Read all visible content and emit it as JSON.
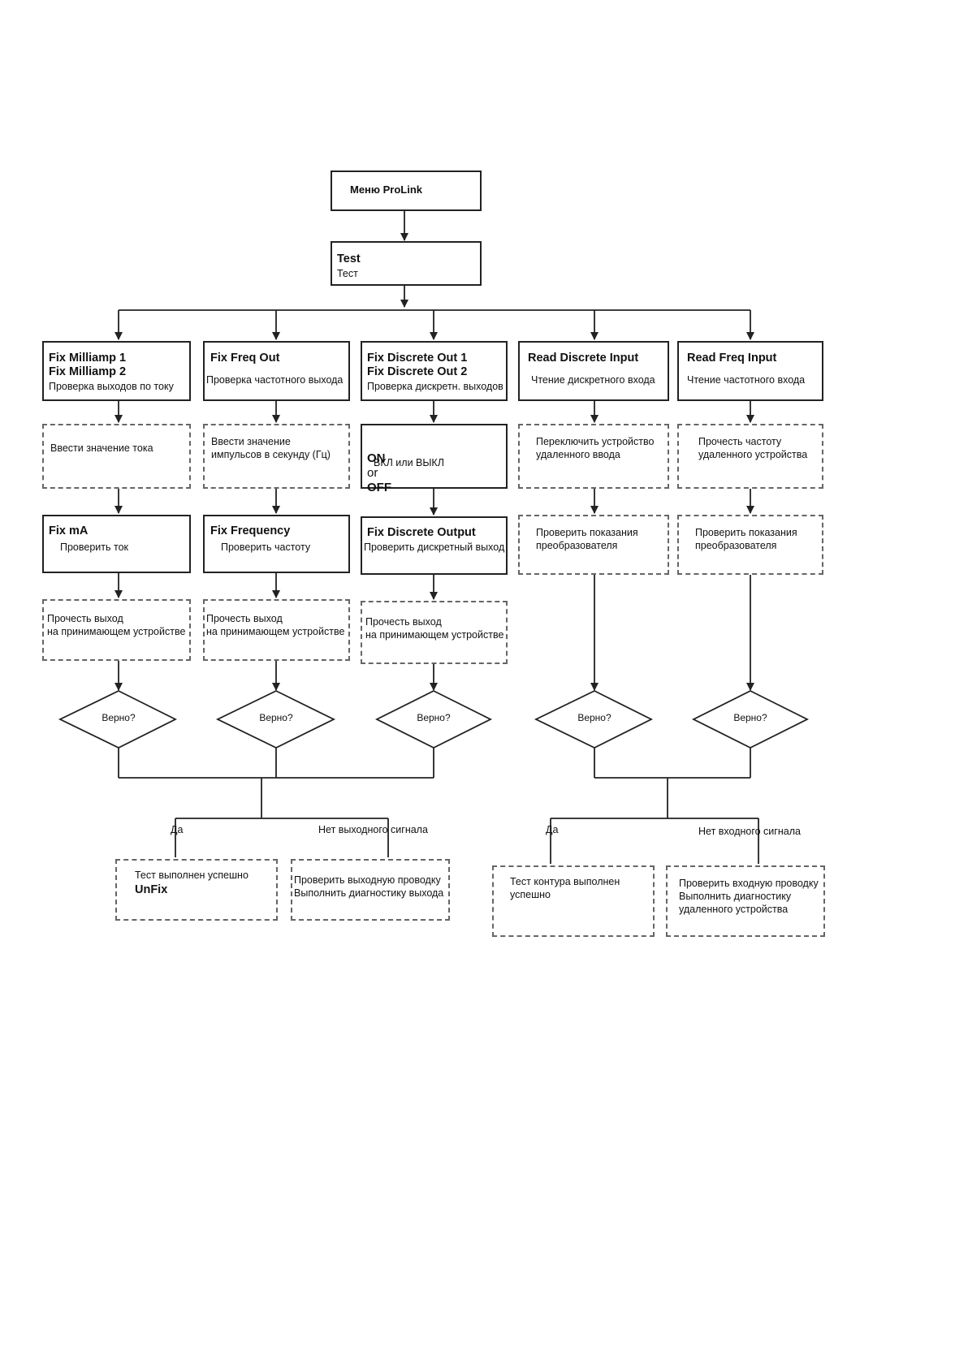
{
  "nodes": {
    "menu": {
      "title": "Меню ProLink"
    },
    "test": {
      "title": "Test",
      "subtitle": "Тест"
    },
    "col1": {
      "header_title": "Fix Milliamp 1\nFix Milliamp 2",
      "header_subtitle": "Проверка выходов по току",
      "step1": "Ввести значение тока",
      "action_title": "Fix mA",
      "action_subtitle": "Проверить ток",
      "read": "Прочесть выход\nна принимающем устройстве",
      "decision": "Верно?"
    },
    "col2": {
      "header_title": "Fix Freq Out",
      "header_subtitle": "Проверка частотного выхода",
      "step1": "Ввести значение\nимпульсов в секунду (Гц)",
      "action_title": "Fix Frequency",
      "action_subtitle": "Проверить частоту",
      "read": "Прочесть выход\nна принимающем устройстве",
      "decision": "Верно?"
    },
    "col3": {
      "header_title": "Fix Discrete Out 1\nFix Discrete Out 2",
      "header_subtitle": "Проверка дискретн. выходов",
      "step1_on": "ON",
      "step1_or": "or",
      "step1_off": "OFF",
      "step1_subtitle": "ВКЛ или ВЫКЛ",
      "action_title": "Fix Discrete Output",
      "action_subtitle": "Проверить дискретный выход",
      "read": "Прочесть выход\nна принимающем устройстве",
      "decision": "Верно?"
    },
    "col4": {
      "header_title": "Read Discrete Input",
      "header_subtitle": "Чтение дискретного входа",
      "step1": "Переключить устройство\nудаленного ввода",
      "step2": "Проверить показания\nпреобразователя",
      "decision": "Верно?"
    },
    "col5": {
      "header_title": "Read Freq Input",
      "header_subtitle": "Чтение частотного входа",
      "step1": "Прочесть частоту\nудаленного устройства",
      "step2": "Проверить показания\nпреобразователя",
      "decision": "Верно?"
    },
    "outputs_result": {
      "yes_label": "Да",
      "no_label": "Нет выходного сигнала",
      "yes_text": "Тест выполнен успешно",
      "yes_bold": "UnFix",
      "no_text": "Проверить выходную проводку\nВыполнить диагностику выхода"
    },
    "inputs_result": {
      "yes_label": "Да",
      "no_label": "Нет входного сигнала",
      "yes_text": "Тест контура выполнен\nуспешно",
      "no_text": "Проверить входную проводку\nВыполнить диагностику\nудаленного устройства"
    }
  }
}
